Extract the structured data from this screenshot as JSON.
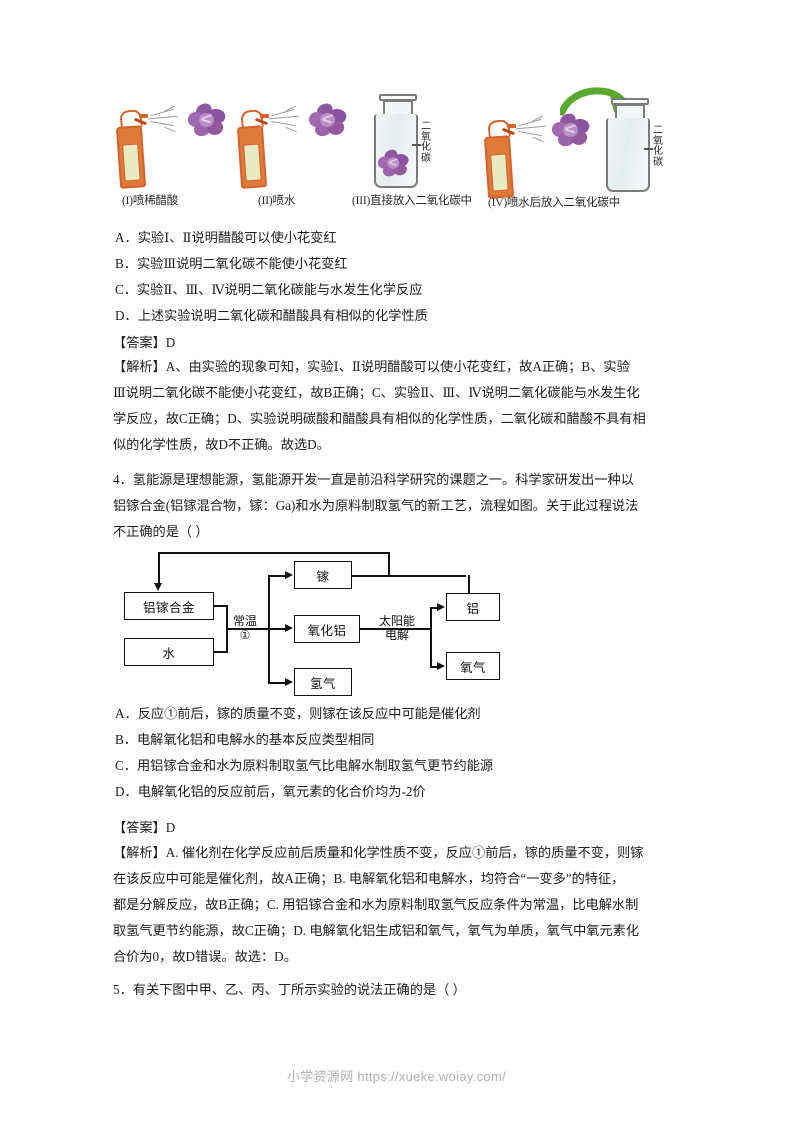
{
  "figure1": {
    "experiments": [
      {
        "id": "I",
        "caption": "(I)喷稀醋酸",
        "type": "spray-flower"
      },
      {
        "id": "II",
        "caption": "(II)喷水",
        "type": "spray-flower"
      },
      {
        "id": "III",
        "caption": "(III)直接放入二氧化碳中",
        "type": "jar-flower",
        "jar_label": "二氧化碳"
      },
      {
        "id": "IV",
        "caption": "(IV)喷水后放入二氧化碳中",
        "type": "spray-then-jar",
        "jar_label": "二氧化碳"
      }
    ]
  },
  "question3": {
    "options": [
      "A．实验Ⅰ、Ⅱ说明醋酸可以使小花变红",
      "B．实验Ⅲ说明二氧化碳不能使小花变红",
      "C．实验Ⅱ、Ⅲ、Ⅳ说明二氧化碳能与水发生化学反应",
      "D．上述实验说明二氧化碳和醋酸具有相似的化学性质"
    ],
    "answer_label": "【答案】",
    "answer_value": "D",
    "analysis_lines": [
      "【解析】A、由实验的现象可知，实验Ⅰ、Ⅱ说明醋酸可以使小花变红，故A正确；B、实验",
      "Ⅲ说明二氧化碳不能使小花变红，故B正确；C、实验Ⅱ、Ⅲ、Ⅳ说明二氧化碳能与水发生化",
      "学反应，故C正确；D、实验说明碳酸和醋酸具有相似的化学性质，二氧化碳和醋酸不具有相",
      "似的化学性质，故D不正确。故选D。"
    ]
  },
  "question4": {
    "stem_lines": [
      "4．氢能源是理想能源，氢能源开发一直是前沿科学研究的课题之一。科学家研发出一种以",
      "铝镓合金(铝镓混合物，镓：Ga)和水为原料制取氢气的新工艺，流程如图。关于此过程说法",
      "不正确的是（    ）"
    ],
    "flowchart": {
      "boxes": [
        {
          "key": "alga",
          "label": "铝镓合金"
        },
        {
          "key": "water",
          "label": "水"
        },
        {
          "key": "gallium",
          "label": "镓"
        },
        {
          "key": "alumina",
          "label": "氧化铝"
        },
        {
          "key": "hydrogen",
          "label": "氢气"
        },
        {
          "key": "aluminum",
          "label": "铝"
        },
        {
          "key": "oxygen",
          "label": "氧气"
        }
      ],
      "conditions": [
        {
          "key": "cond1",
          "line1": "常温",
          "line2": "①"
        },
        {
          "key": "cond2",
          "line1": "太阳能",
          "line2": "电解"
        }
      ]
    },
    "options": [
      "A．反应①前后，镓的质量不变，则镓在该反应中可能是催化剂",
      "B．电解氧化铝和电解水的基本反应类型相同",
      "C．用铝镓合金和水为原料制取氢气比电解水制取氢气更节约能源",
      "D．电解氧化铝的反应前后，氧元素的化合价均为-2价"
    ],
    "answer_label": "【答案】",
    "answer_value": "D",
    "analysis_lines": [
      "【解析】A. 催化剂在化学反应前后质量和化学性质不变，反应①前后，镓的质量不变，则镓",
      "在该反应中可能是催化剂，故A正确；B. 电解氧化铝和电解水，均符合“一变多”的特征，",
      "都是分解反应，故B正确；C. 用铝镓合金和水为原料制取氢气反应条件为常温，比电解水制",
      "取氢气更节约能源，故C正确；D. 电解氧化铝生成铝和氧气，氧气为单质，氧气中氧元素化",
      "合价为0，故D错误。故选：D。"
    ]
  },
  "question5": {
    "stem": "5．有关下图中甲、乙、丙、丁所示实验的说法正确的是（      ）"
  },
  "footer": {
    "text": "小学资源网 https://xueke.woiay.com/"
  },
  "colors": {
    "bottle": "#d4622a",
    "label": "#e9ecc0",
    "flower": "#9a5fa8",
    "arrow_green": "#5aa82e",
    "text": "#1e1e1e",
    "footer": "#b0b0b0"
  }
}
